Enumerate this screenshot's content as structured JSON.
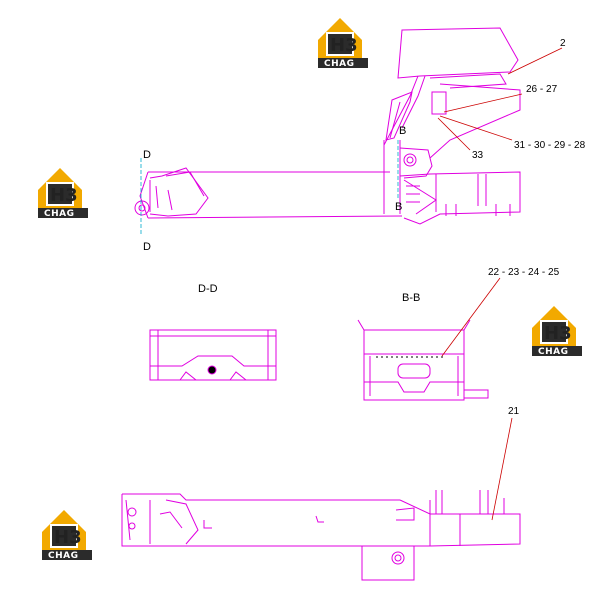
{
  "watermark": {
    "logo_text": "H3",
    "brand_text": "CHAG"
  },
  "colors": {
    "line": "#e000e0",
    "leader": "#cc0000",
    "text": "#000000",
    "logo_orange": "#f2a900",
    "logo_dark": "#2b2b2b"
  },
  "section_markers": {
    "d_top": "D",
    "d_bottom": "D",
    "b_top": "B",
    "b_bottom": "B"
  },
  "section_views": {
    "dd_title": "D-D",
    "bb_title": "B-B"
  },
  "callouts": {
    "c2": "2",
    "c26_27": "26 - 27",
    "c31_28": "31 - 30 - 29 - 28",
    "c33": "33",
    "c22_25": "22 - 23 - 24 - 25",
    "c21": "21"
  }
}
